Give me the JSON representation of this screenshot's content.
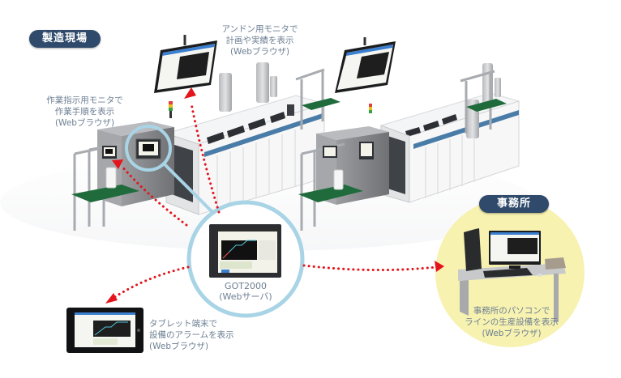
{
  "labels": {
    "factory": "製造現場",
    "office": "事務所"
  },
  "captions": {
    "andon": [
      "アンドン用モニタで",
      "計画や実績を表示",
      "(Webブラウザ)"
    ],
    "work_instruction": [
      "作業指示用モニタで",
      "作業手順を表示",
      "(Webブラウザ)"
    ],
    "got": [
      "GOT2000",
      "(Webサーバ)"
    ],
    "tablet": [
      "タブレット端末で",
      "設備のアラームを表示",
      "(Webブラウザ)"
    ],
    "office_pc": [
      "事務所のパソコンで",
      "ラインの生産設備を表示",
      "(Webブラウザ)"
    ]
  },
  "colors": {
    "pill_bg": "#2f4a6b",
    "caption_text": "#6d7f93",
    "arrow_red": "#e3141b",
    "magnifier_ring": "#a8d4e6",
    "office_circle": "#f7f2b0",
    "bench_green": "#1f6b3b",
    "machine_gray": "#8d8f92",
    "stripe_blue": "#4a7ca8"
  }
}
